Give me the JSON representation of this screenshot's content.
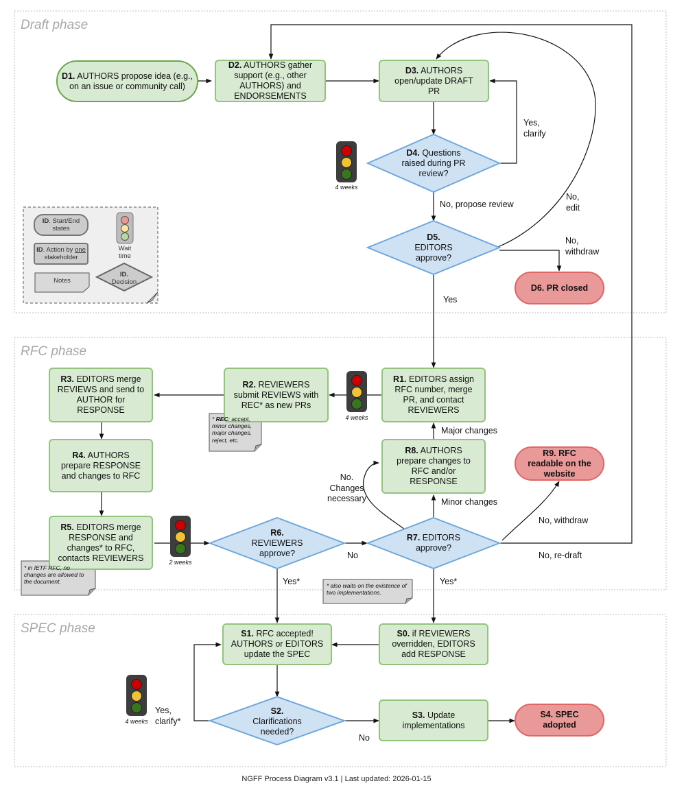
{
  "phases": {
    "draft": "Draft phase",
    "rfc": "RFC phase",
    "spec": "SPEC phase"
  },
  "nodes": {
    "d1": {
      "id": "D1.",
      "text": "AUTHORS propose idea (e.g., on an issue or community call)"
    },
    "d2": {
      "id": "D2.",
      "text": "AUTHORS gather support (e.g., other AUTHORS) and ENDORSEMENTS"
    },
    "d3": {
      "id": "D3.",
      "text": "AUTHORS open/update DRAFT PR"
    },
    "d4": {
      "id": "D4.",
      "text": "Questions raised during PR review?"
    },
    "d5": {
      "id": "D5.",
      "text": "EDITORS approve?"
    },
    "d6": {
      "id": "D6.",
      "text": "PR closed"
    },
    "r1": {
      "id": "R1.",
      "text": "EDITORS assign RFC number, merge PR, and contact REVIEWERS"
    },
    "r2": {
      "id": "R2.",
      "text": "REVIEWERS submit REVIEWS with REC* as new PRs"
    },
    "r3": {
      "id": "R3.",
      "text": "EDITORS merge REVIEWS and send to AUTHOR for RESPONSE"
    },
    "r4": {
      "id": "R4.",
      "text": "AUTHORS prepare RESPONSE and changes to RFC"
    },
    "r5": {
      "id": "R5.",
      "text": "EDITORS merge RESPONSE and changes* to RFC, contacts REVIEWERS"
    },
    "r6": {
      "id": "R6.",
      "text": "REVIEWERS approve?"
    },
    "r7": {
      "id": "R7.",
      "text": "EDITORS approve?"
    },
    "r8": {
      "id": "R8.",
      "text": "AUTHORS prepare changes to RFC and/or RESPONSE"
    },
    "r9": {
      "id": "R9.",
      "text": "RFC readable on the website"
    },
    "s0": {
      "id": "S0.",
      "text": "if REVIEWERS overridden, EDITORS add RESPONSE"
    },
    "s1": {
      "id": "S1.",
      "text": "RFC accepted! AUTHORS or EDITORS update the SPEC"
    },
    "s2": {
      "id": "S2.",
      "text": "Clarifications needed?"
    },
    "s3": {
      "id": "S3.",
      "text": "Update implementations"
    },
    "s4": {
      "id": "S4.",
      "text": "SPEC adopted"
    }
  },
  "edge_labels": {
    "yes_clarify": "Yes,\nclarify",
    "no_propose_review": "No, propose review",
    "no_edit": "No,\nedit",
    "no_withdraw": "No,\nwithdraw",
    "yes": "Yes",
    "major_changes": "Major changes",
    "minor_changes": "Minor changes",
    "no_changes_necessary": "No.\nChanges\nnecessary",
    "no_withdraw_r7": "No, withdraw",
    "no_redraft": "No, re-draft",
    "no_r6": "No",
    "yes_star_r6": "Yes*",
    "yes_star_r7": "Yes*",
    "yes_clarify_star": "Yes,\nclarify*",
    "no_s2": "No"
  },
  "wait_times": {
    "d4": "4 weeks",
    "r1": "4 weeks",
    "r5": "2 weeks",
    "s2": "4 weeks"
  },
  "notes": {
    "rec_label": "REC",
    "rec_text": ": accept, minor changes, major changes, reject, etc.",
    "ietf": "* in IETF RFC, no changes are allowed to the document.",
    "impl": "* also waits on the existence of two implementations."
  },
  "legend": {
    "start_end_id": "ID",
    "start_end": ". Start/End states",
    "action_id": "ID",
    "action_pre": ". Action by ",
    "action_one": "one",
    "action_post": " stakeholder",
    "notes": "Notes",
    "wait": "Wait\ntime",
    "decision_id": "ID.",
    "decision": "Decision"
  },
  "footer": "NGFF Process Diagram v3.1 | Last updated: 2026-01-15",
  "colors": {
    "green_fill": "#d9ead3",
    "green_border": "#93c47d",
    "red_fill": "#ea9999",
    "red_border": "#e06666",
    "diamond_fill": "#cfe2f3",
    "diamond_border": "#6fa8dc"
  }
}
